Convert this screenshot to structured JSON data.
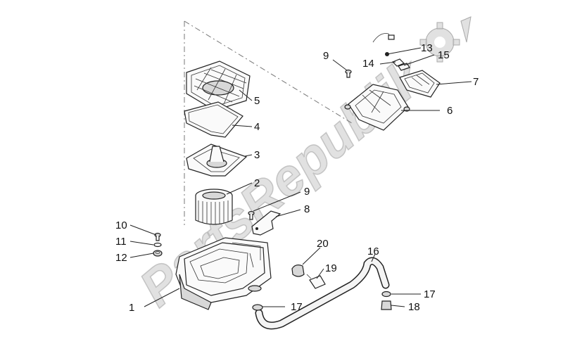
{
  "watermark": {
    "text": "PartsRepublik"
  },
  "callouts": [
    {
      "id": "c1",
      "label": "1"
    },
    {
      "id": "c2",
      "label": "2"
    },
    {
      "id": "c3",
      "label": "3"
    },
    {
      "id": "c4",
      "label": "4"
    },
    {
      "id": "c5",
      "label": "5"
    },
    {
      "id": "c6",
      "label": "6"
    },
    {
      "id": "c7",
      "label": "7"
    },
    {
      "id": "c8",
      "label": "8"
    },
    {
      "id": "c9a",
      "label": "9"
    },
    {
      "id": "c9b",
      "label": "9"
    },
    {
      "id": "c10",
      "label": "10"
    },
    {
      "id": "c11",
      "label": "11"
    },
    {
      "id": "c12",
      "label": "12"
    },
    {
      "id": "c13",
      "label": "13"
    },
    {
      "id": "c14",
      "label": "14"
    },
    {
      "id": "c15",
      "label": "15"
    },
    {
      "id": "c16",
      "label": "16"
    },
    {
      "id": "c17a",
      "label": "17"
    },
    {
      "id": "c17b",
      "label": "17"
    },
    {
      "id": "c18",
      "label": "18"
    },
    {
      "id": "c19",
      "label": "19"
    },
    {
      "id": "c20",
      "label": "20"
    }
  ]
}
